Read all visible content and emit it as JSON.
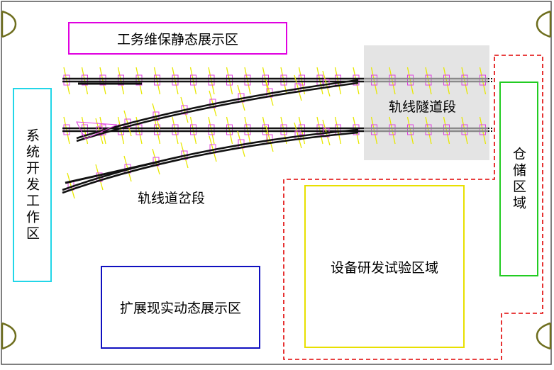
{
  "zones": {
    "static_display": "工务维保静态展示区",
    "tunnel_section": "轨线隧道段",
    "turnout_section": "轨线道岔段",
    "system_dev": "系统开发工作区",
    "storage": "仓储区域",
    "rnd_test": "设备研发试验区域",
    "extended_display": "扩展现实动态展示区"
  },
  "colors": {
    "static_display_border": "#e000e0",
    "system_dev_border": "#22d6e8",
    "storage_border": "#22cc22",
    "rnd_test_border": "#e8e000",
    "extended_display_border": "#1010c0",
    "dashed_region": "#e00000",
    "tunnel_fill": "#e4e4e4",
    "sleeper": "#e8e800",
    "clip": "#e040e0",
    "rail": "#111111",
    "door_arch": "#6e6e1e"
  }
}
